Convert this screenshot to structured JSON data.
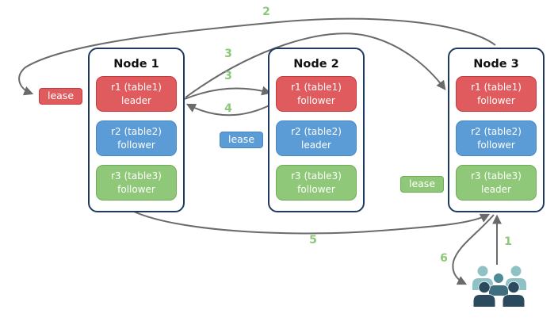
{
  "colors": {
    "red_fill": "#df5b5e",
    "red_border": "#c8393d",
    "blue_fill": "#5c9cd6",
    "blue_border": "#4888c4",
    "green_fill": "#8fc878",
    "green_border": "#6fac55",
    "node_border": "#1f3a60",
    "arrow": "#6a6a6a",
    "step_label": "#8cc878",
    "users_light": "#8fc2c5",
    "users_mid": "#4f8b96",
    "users_mid_dark": "#3f6f7e",
    "users_dark": "#2c4a5e"
  },
  "nodes": [
    {
      "title": "Node 1",
      "replicas": [
        {
          "name": "r1 (table1)",
          "role": "leader"
        },
        {
          "name": "r2 (table2)",
          "role": "follower"
        },
        {
          "name": "r3 (table3)",
          "role": "follower"
        }
      ]
    },
    {
      "title": "Node 2",
      "replicas": [
        {
          "name": "r1 (table1)",
          "role": "follower"
        },
        {
          "name": "r2 (table2)",
          "role": "leader"
        },
        {
          "name": "r3 (table3)",
          "role": "follower"
        }
      ]
    },
    {
      "title": "Node 3",
      "replicas": [
        {
          "name": "r1 (table1)",
          "role": "follower"
        },
        {
          "name": "r2 (table2)",
          "role": "follower"
        },
        {
          "name": "r3 (table3)",
          "role": "leader"
        }
      ]
    }
  ],
  "leases": [
    {
      "label": "lease",
      "color": "red"
    },
    {
      "label": "lease",
      "color": "blue"
    },
    {
      "label": "lease",
      "color": "green"
    }
  ],
  "steps": {
    "s1": "1",
    "s2": "2",
    "s3a": "3",
    "s3b": "3",
    "s4": "4",
    "s5": "5",
    "s6": "6"
  }
}
